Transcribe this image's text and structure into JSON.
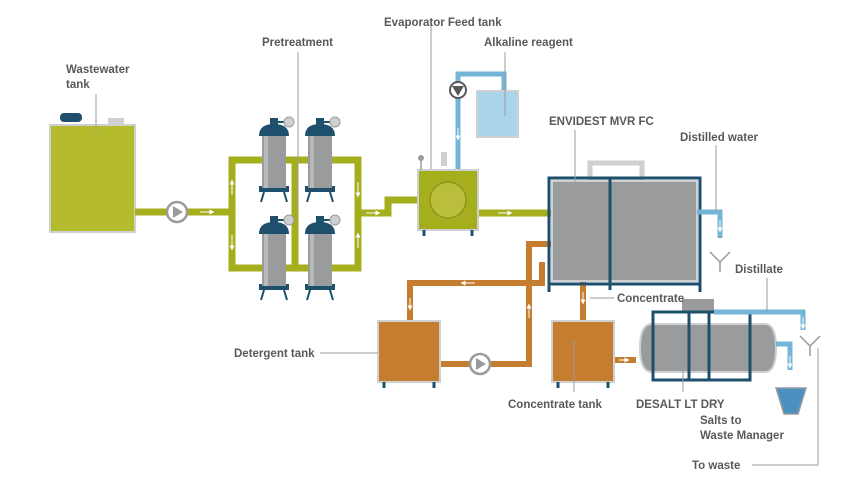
{
  "labels": {
    "wastewater_tank": [
      "Wastewater",
      "tank"
    ],
    "pretreatment": "Pretreatment",
    "evaporator_feed_tank": "Evaporator Feed tank",
    "alkaline_reagent": "Alkaline reagent",
    "envidest": "ENVIDEST MVR FC",
    "distilled_water": "Distilled water",
    "distillate": "Distillate",
    "concentrate": "Concentrate",
    "detergent_tank": "Detergent tank",
    "concentrate_tank": "Concentrate tank",
    "desalt": "DESALT LT DRY",
    "salts": [
      "Salts to",
      "Waste Manager"
    ],
    "to_waste": "To waste"
  },
  "colors": {
    "olive": "#a5ae1c",
    "olive_fill": "#b9bf3c",
    "orange": "#c57d2f",
    "blue": "#74b4d6",
    "blue_light": "#a9d4ea",
    "navy": "#1e4f6c",
    "grey": "#9a9b9d",
    "grey_light": "#cfd0d1",
    "text": "#58595b"
  }
}
